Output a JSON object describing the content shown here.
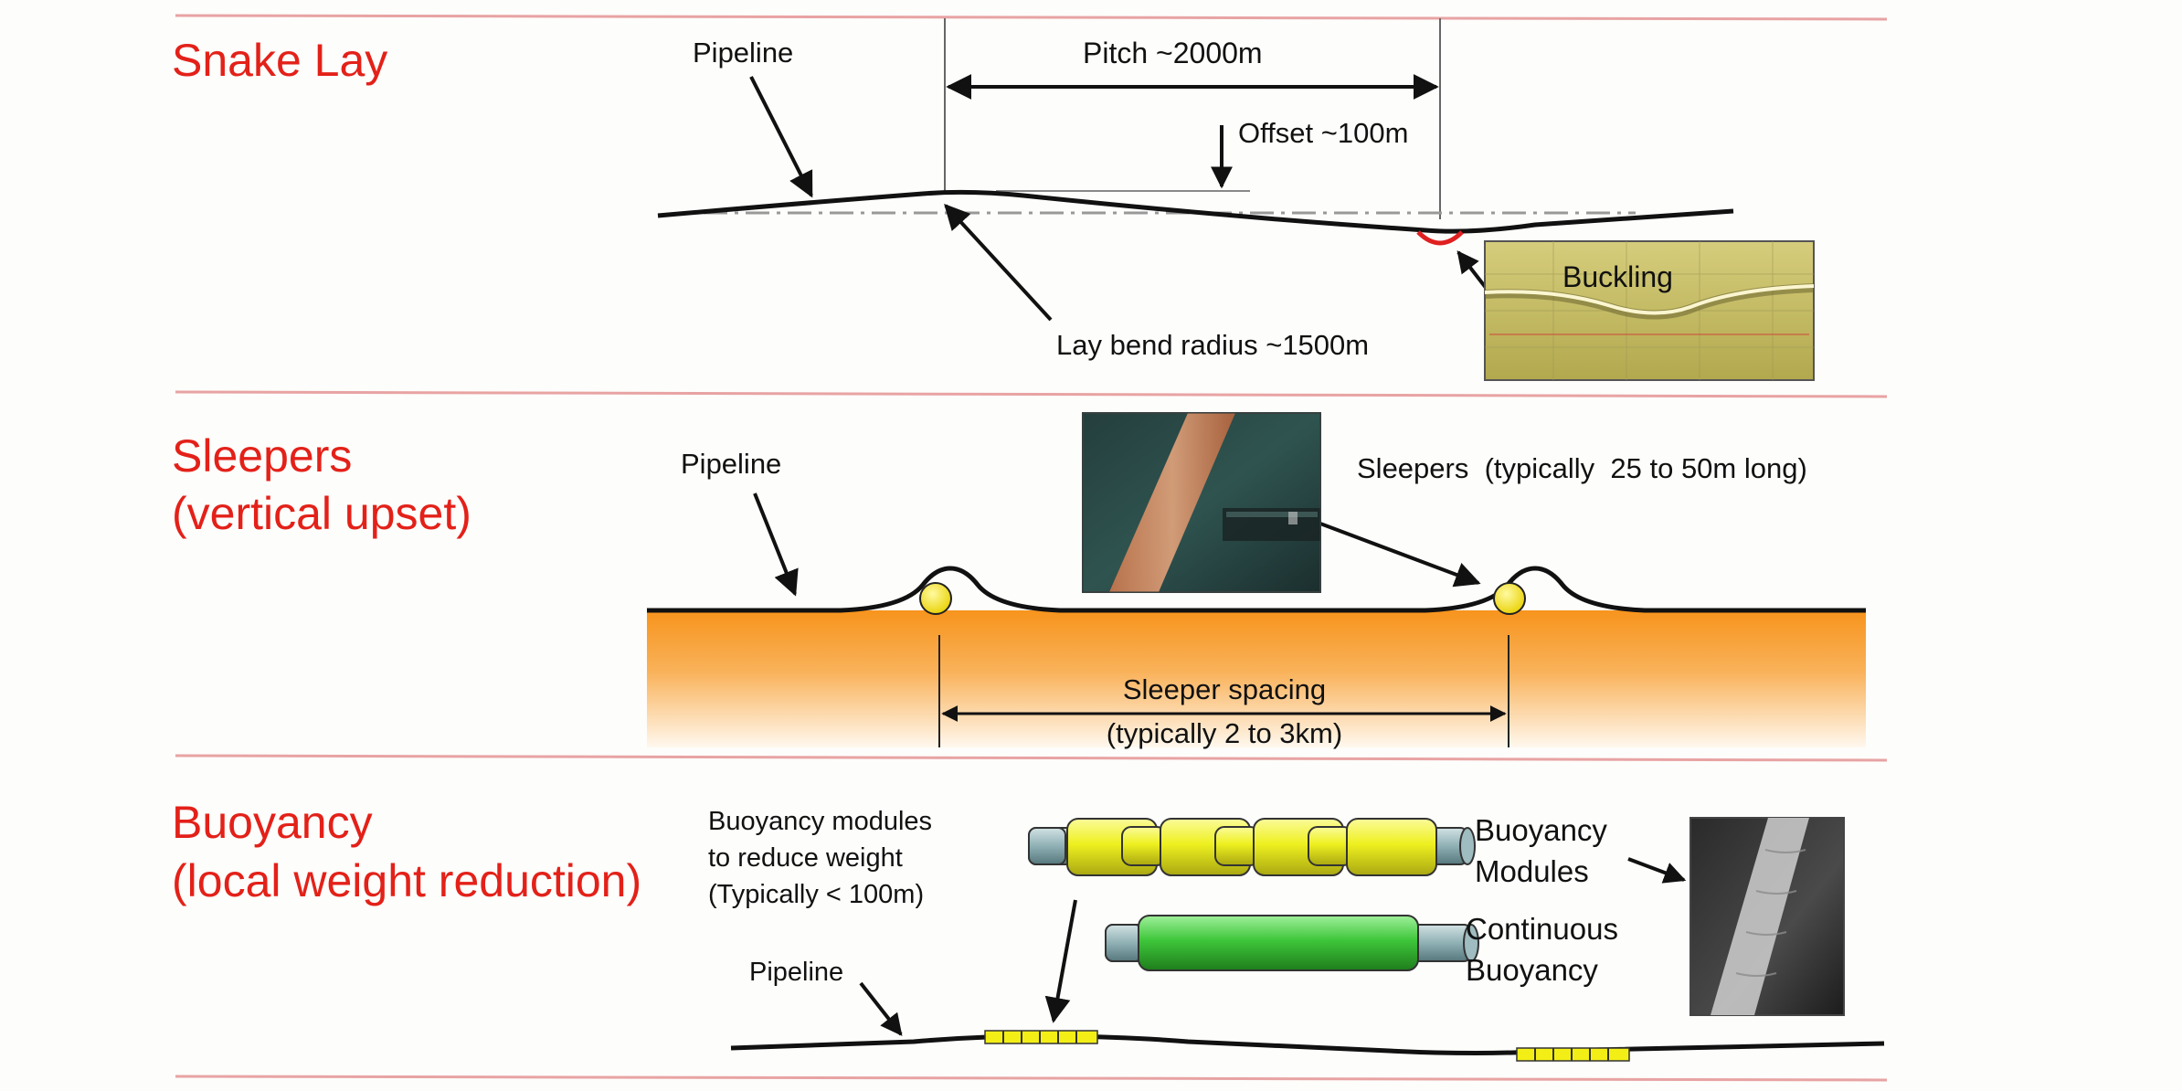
{
  "colors": {
    "section_title": "#e32119",
    "divider": "#e8a3a3",
    "seabed_orange": "#f59a2c",
    "sleeper_yellow": "#f7e21a",
    "module_yellow": "#eef01f",
    "continuous_green": "#3ec63a",
    "pipe_core": "#8fb0b4",
    "buckle_red": "#e02020"
  },
  "snake_lay": {
    "title": "Snake Lay",
    "pipeline_label": "Pipeline",
    "pitch_label": "Pitch ~2000m",
    "offset_label": "Offset ~100m",
    "lay_bend_label": "Lay bend radius ~1500m",
    "buckling_label": "Buckling"
  },
  "sleepers": {
    "title_line1": "Sleepers",
    "title_line2": "(vertical upset)",
    "pipeline_label": "Pipeline",
    "sleepers_label": "Sleepers  (typically  25 to 50m long)",
    "spacing_line1": "Sleeper spacing",
    "spacing_line2": "(typically 2 to 3km)"
  },
  "buoyancy": {
    "title_line1": "Buoyancy",
    "title_line2": "(local weight reduction)",
    "modules_note_line1": "Buoyancy modules",
    "modules_note_line2": "to reduce weight",
    "modules_note_line3": "(Typically < 100m)",
    "modules_label_line1": "Buoyancy",
    "modules_label_line2": "Modules",
    "continuous_label_line1": "Continuous",
    "continuous_label_line2": "Buoyancy",
    "pipeline_label": "Pipeline"
  },
  "icons": {
    "buckling_photo": "sonar-scan-photo",
    "sleeper_photo": "underwater-pipeline-photo",
    "buoyancy_photo": "pipeline-buoyancy-photo"
  }
}
